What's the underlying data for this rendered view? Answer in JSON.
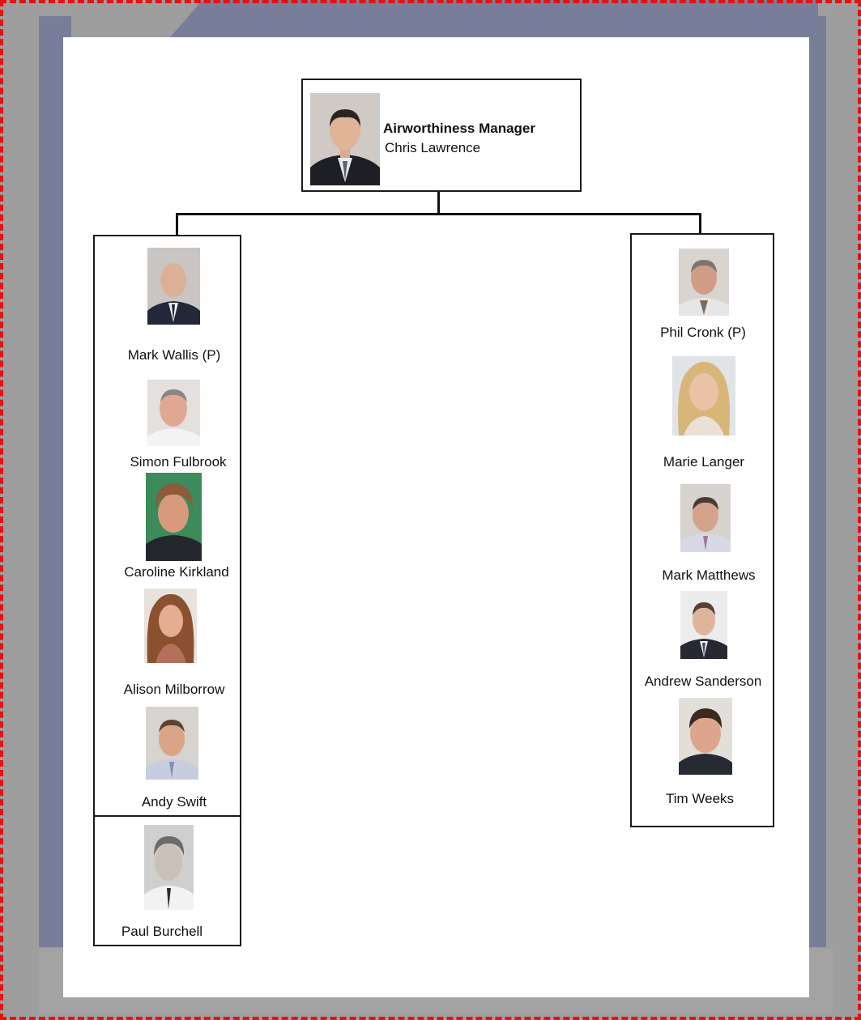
{
  "manager": {
    "title": "Airworthiness Manager",
    "name": "Chris Lawrence"
  },
  "left_team": [
    {
      "name": "Mark Wallis (P)"
    },
    {
      "name": "Simon Fulbrook"
    },
    {
      "name": "Caroline Kirkland"
    },
    {
      "name": "Alison Milborrow"
    },
    {
      "name": "Andy Swift"
    }
  ],
  "left_sub": {
    "name": "Paul Burchell"
  },
  "right_team": [
    {
      "name": "Phil Cronk (P)"
    },
    {
      "name": "Marie Langer"
    },
    {
      "name": "Mark Matthews"
    },
    {
      "name": "Andrew Sanderson"
    },
    {
      "name": "Tim Weeks"
    }
  ],
  "colors": {
    "border": "#e81010",
    "backdrop": "#9e9e9e",
    "slab": "#787d99"
  }
}
